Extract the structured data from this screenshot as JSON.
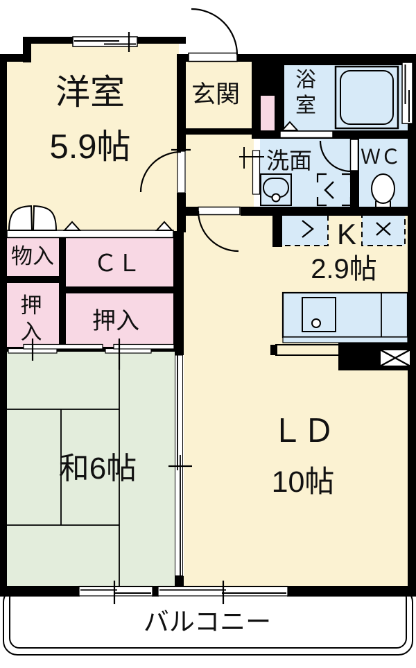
{
  "plan": {
    "title": "apartment-floor-plan",
    "rooms": {
      "western": {
        "label": "洋室",
        "size": "5.9帖"
      },
      "entrance": {
        "label": "玄関"
      },
      "bath": {
        "label": "浴室",
        "char1": "浴",
        "char2": "室"
      },
      "washroom": {
        "label": "洗面"
      },
      "toilet": {
        "label": "ＷＣ"
      },
      "kitchen": {
        "label": "K",
        "size": "2.9帖"
      },
      "storage": {
        "label": "物入"
      },
      "closet": {
        "label": "ＣＬ"
      },
      "oshiire_small": {
        "label": "押入",
        "char1": "押",
        "char2": "入"
      },
      "oshiire": {
        "label": "押入"
      },
      "japanese": {
        "label": "和6帖"
      },
      "living_dining": {
        "label": "ＬＤ",
        "size": "10帖"
      },
      "balcony": {
        "label": "バルコニー"
      }
    },
    "colors": {
      "wall": "#000000",
      "room_cream": "#FBF2D2",
      "closet_pink": "#F8D8E4",
      "wet_area_blue": "#D7EAF8",
      "tatami_green": "#E3EDDC",
      "balcony_white": "#FFFFFF"
    }
  }
}
